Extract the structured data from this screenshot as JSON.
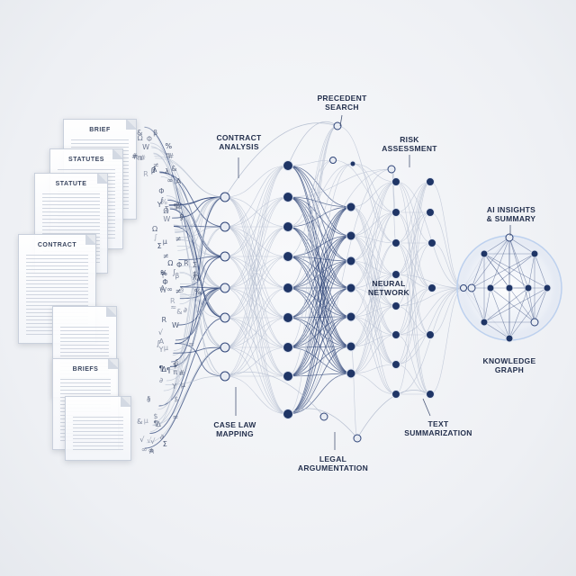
{
  "documents": [
    {
      "title": "BRIEF"
    },
    {
      "title": "STATUTES"
    },
    {
      "title": "STATUTE"
    },
    {
      "title": "CONTRACT"
    },
    {
      "title": ""
    },
    {
      "title": "BRIEFS"
    },
    {
      "title": ""
    }
  ],
  "labels": {
    "precedent_search": "PRECEDENT\nSEARCH",
    "contract_analysis": "CONTRACT\nANALYSIS",
    "risk_assessment": "RISK\nASSESSMENT",
    "ai_insights": "AI INSIGHTS\n& SUMMARY",
    "neural_network": "NEURAL\nNETWORK",
    "knowledge_graph": "KNOWLEDGE\nGRAPH",
    "case_law_mapping": "CASE LAW\nMAPPING",
    "text_summarization": "TEXT\nSUMMARIZATION",
    "legal_argumentation": "LEGAL\nARGUMENTATION"
  },
  "symbols": [
    "§",
    "Σ",
    "π",
    "Ω",
    "∫",
    "¶",
    "&",
    "%",
    "λ",
    "Φ",
    "μ",
    "∞",
    "≈",
    "∂",
    "#",
    "$",
    "W",
    "A",
    "Y",
    "R",
    "√",
    "≠",
    "β",
    "Δ"
  ],
  "colors": {
    "node_dark": "#1f3566",
    "node_light": "#e8ecf3",
    "edge_dark": "#2e4478",
    "edge_light": "#b8c1d2",
    "label": "#24304d"
  }
}
